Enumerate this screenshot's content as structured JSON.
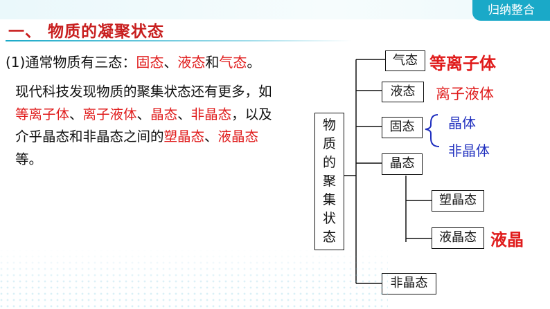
{
  "corner_tag": "归纳整合",
  "heading": "一、 物质的凝聚状态",
  "line1": {
    "prefix": "(1)通常物质有三态：",
    "solid": "固态",
    "sep1": "、",
    "liquid": "液态",
    "and": "和",
    "gas": "气态",
    "end": "。"
  },
  "paragraph": {
    "t1": "现代科技发现物质的聚集状态还有更多，如",
    "plasma": "等离子体",
    "s1": "、",
    "ionic_liquid": "离子液体",
    "s2": "、",
    "crystal": "晶态",
    "s3": "、",
    "amorphous": "非晶态",
    "t2": "，以及介乎晶态和非晶态之间的",
    "plastic_crystal": "塑晶态",
    "s4": "、",
    "liquid_crystal": "液晶态",
    "t3": "等。"
  },
  "diagram": {
    "root_chars": [
      "物",
      "质",
      "的",
      "聚",
      "集",
      "状",
      "态"
    ],
    "nodes": {
      "gas": "气态",
      "liquid": "液态",
      "solid": "固态",
      "crystal": "晶态",
      "plastic_crystal": "塑晶态",
      "liquid_crystal": "液晶态",
      "amorphous": "非晶态"
    },
    "labels": {
      "plasma": "等离子体",
      "ionic_liquid": "离子液体",
      "crystal": "晶体",
      "amorphous_body": "非晶体",
      "liquid_crystal": "液晶"
    }
  }
}
